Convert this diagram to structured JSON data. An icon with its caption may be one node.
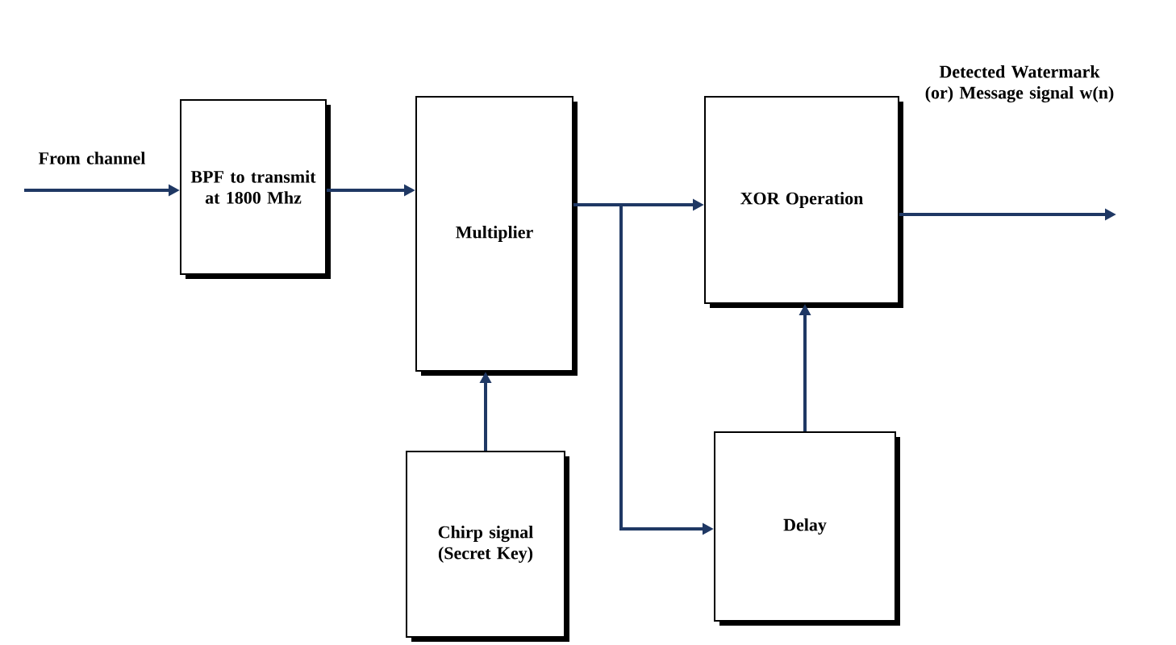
{
  "diagram": {
    "nodes": [
      {
        "text": [
          "BPF to transmit at 1800 Mhz"
        ]
      },
      {
        "text": [
          "Multiplier"
        ]
      },
      {
        "text": [
          "XOR Operation"
        ]
      },
      {
        "text": [
          "Chirp signal (Secret Key)"
        ]
      },
      {
        "text": [
          "Delay"
        ]
      }
    ],
    "edges": [
      {
        "from": null,
        "to": 0,
        "arrow": "to"
      },
      {
        "from": 0,
        "to": 1,
        "arrow": "to"
      },
      {
        "from": 1,
        "to": 2,
        "arrow": "to"
      },
      {
        "from": 1,
        "to": 4,
        "arrow": "to"
      },
      {
        "from": 4,
        "to": 2,
        "arrow": "to"
      },
      {
        "from": 3,
        "to": 1,
        "arrow": "to"
      },
      {
        "from": 2,
        "to": null,
        "arrow": "to"
      }
    ],
    "labels": [
      "From channel",
      "Detected Watermark (or) Message signal w(n)"
    ]
  }
}
